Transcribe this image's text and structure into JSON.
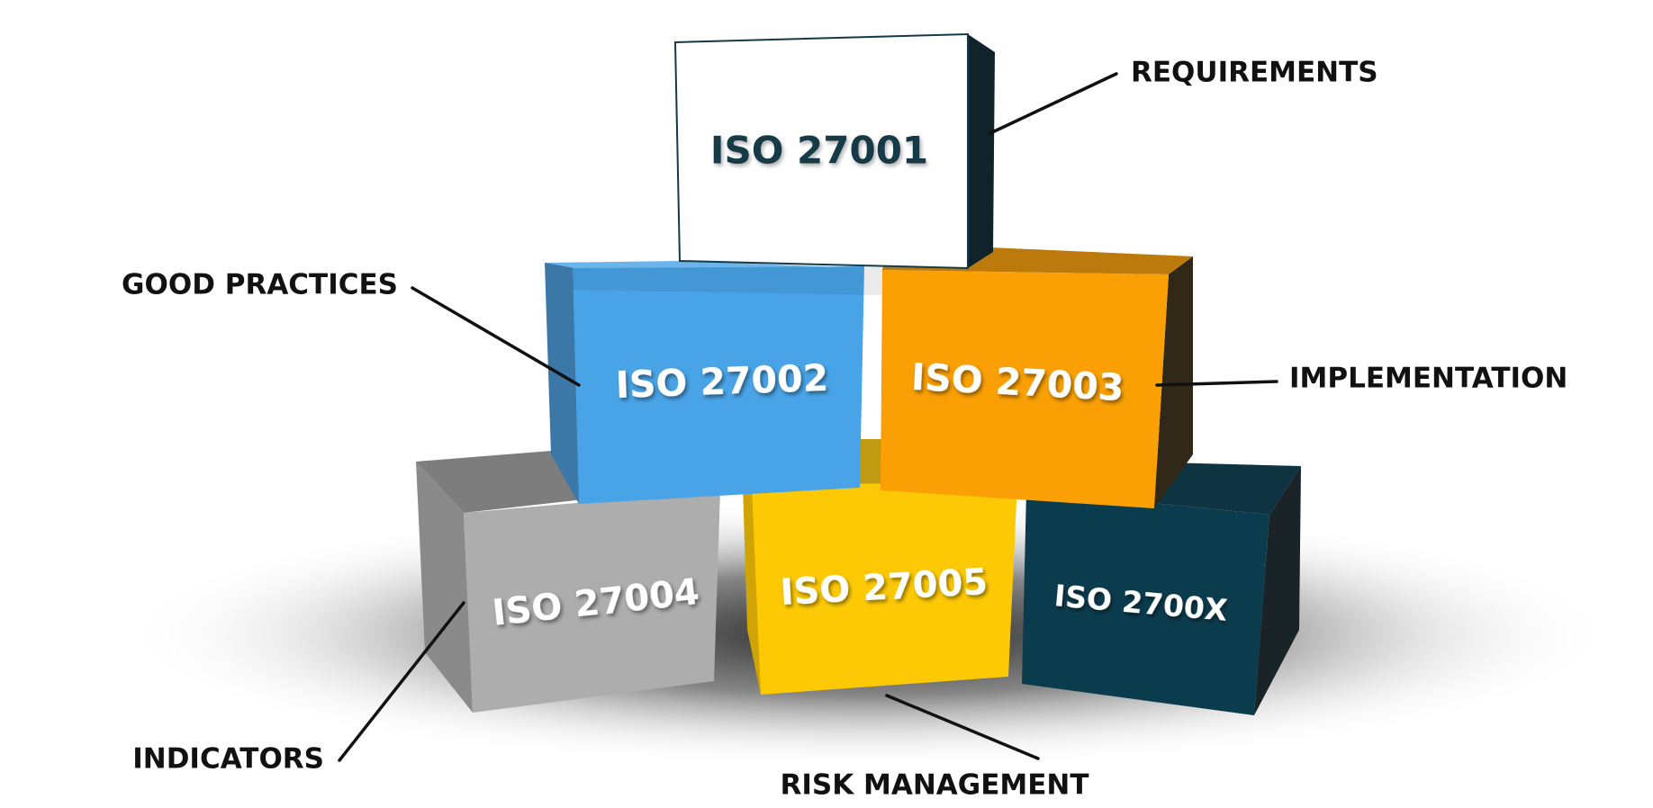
{
  "cubes": {
    "iso27001": {
      "label": "ISO 27001",
      "front": "#ffffff",
      "side": "#10232b",
      "top": "#1d3a44",
      "text": "#143a47"
    },
    "iso27002": {
      "label": "ISO 27002",
      "front": "#49a4e7",
      "side": "#3b78a8",
      "top": "#6cb5eb",
      "text": "#ffffff"
    },
    "iso27003": {
      "label": "ISO 27003",
      "front": "#faa005",
      "side": "#312817",
      "top": "#bd7a0c",
      "text": "#ffffff"
    },
    "iso27004": {
      "label": "ISO 27004",
      "front": "#adadad",
      "side": "#8a8a8a",
      "top": "#7d7d7d",
      "text": "#ffffff"
    },
    "iso27005": {
      "label": "ISO 27005",
      "front": "#fdc905",
      "side": "#d1a405",
      "top": "#c09a10",
      "text": "#ffffff"
    },
    "iso2700x": {
      "label": "ISO 2700X",
      "front": "#0b3c4d",
      "side": "#1a2327",
      "top": "#0e3441",
      "text": "#ffffff"
    }
  },
  "callouts": {
    "requirements": "REQUIREMENTS",
    "good_practices": "GOOD PRACTICES",
    "implementation": "IMPLEMENTATION",
    "indicators": "INDICATORS",
    "risk_management": "RISK MANAGEMENT"
  }
}
